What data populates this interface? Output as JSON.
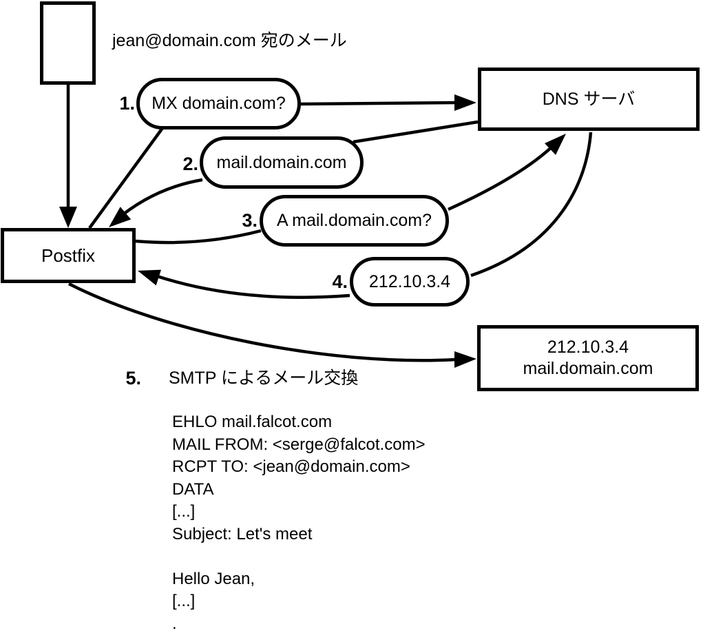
{
  "diagram": {
    "caption": "jean@domain.com 宛のメール",
    "nodes": {
      "postfix": "Postfix",
      "dns": "DNS サーバ",
      "mailserver_line1": "212.10.3.4",
      "mailserver_line2": "mail.domain.com"
    },
    "steps": [
      {
        "num": "1.",
        "label": "MX domain.com?"
      },
      {
        "num": "2.",
        "label": "mail.domain.com"
      },
      {
        "num": "3.",
        "label": "A mail.domain.com?"
      },
      {
        "num": "4.",
        "label": "212.10.3.4"
      },
      {
        "num": "5.",
        "label": "SMTP によるメール交換"
      }
    ],
    "smtp_session": {
      "lines": [
        "EHLO mail.falcot.com",
        "MAIL FROM: <serge@falcot.com>",
        "RCPT TO: <jean@domain.com>",
        "DATA",
        "[...]",
        "Subject: Let's meet",
        "",
        "Hello Jean,",
        "[...]",
        "."
      ]
    }
  }
}
